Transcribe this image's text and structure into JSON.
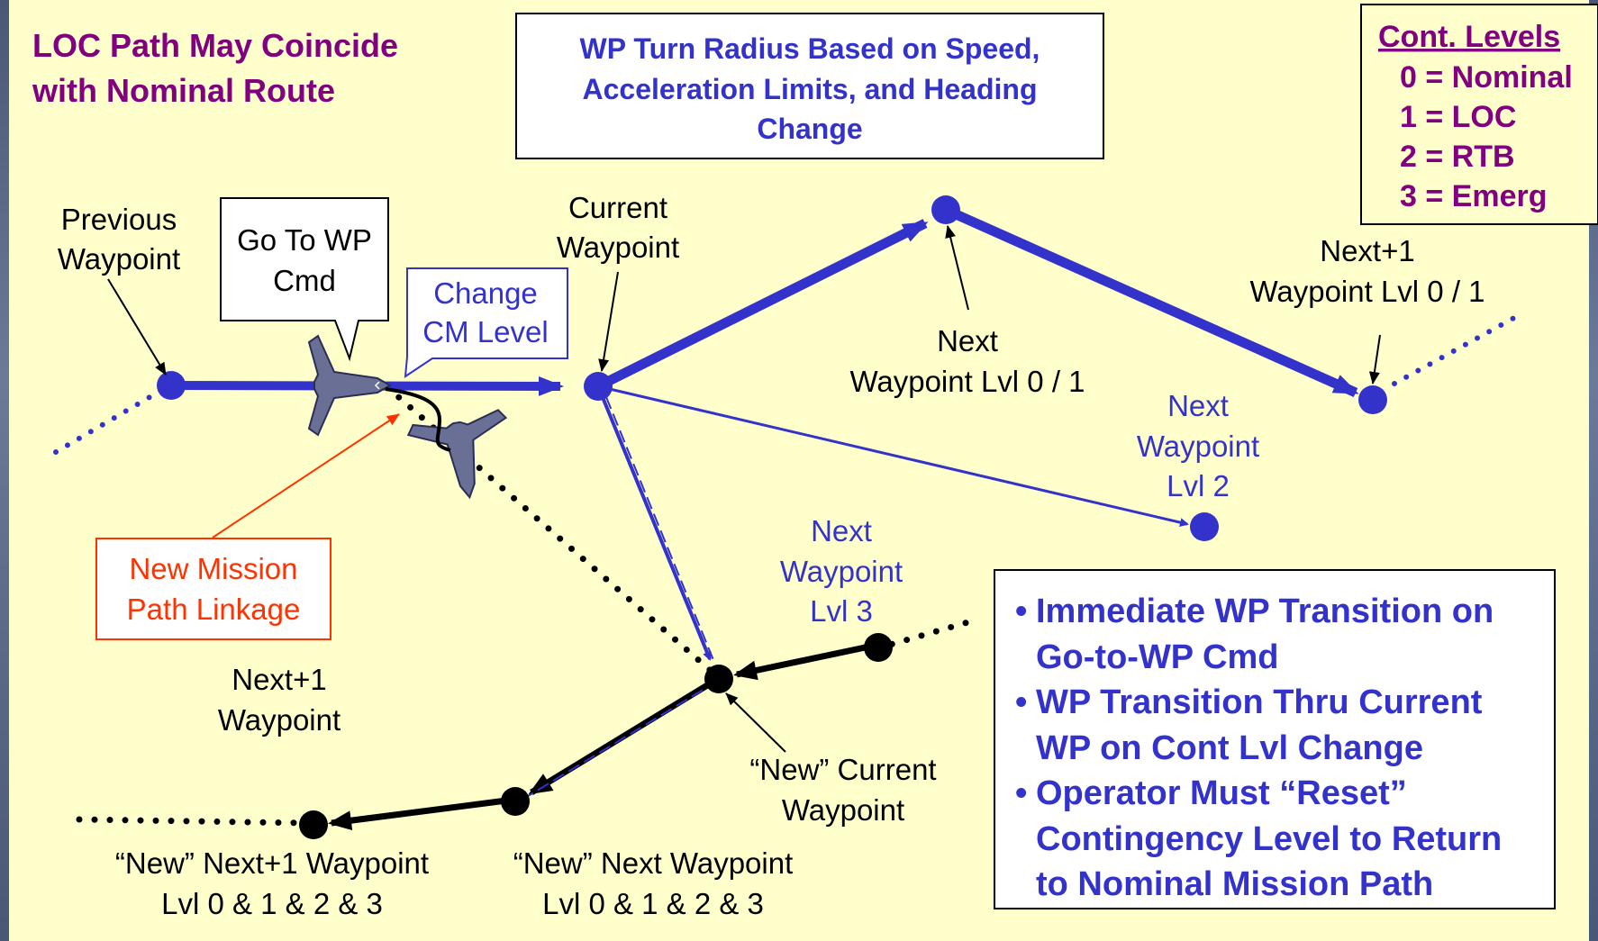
{
  "title": {
    "line1": "LOC Path May Coincide",
    "line2": "with Nominal Route"
  },
  "turn_radius_box": {
    "line1": "WP Turn Radius Based on Speed,",
    "line2": "Acceleration Limits, and Heading",
    "line3": "Change"
  },
  "legend": {
    "header": "Cont. Levels",
    "items": [
      "0 = Nominal",
      "1 = LOC",
      "2 = RTB",
      "3 = Emerg"
    ]
  },
  "callout_goto": {
    "line1": "Go To WP",
    "line2": "Cmd"
  },
  "callout_change": {
    "line1": "Change",
    "line2": "CM Level"
  },
  "callout_new_mission": {
    "line1": "New Mission",
    "line2": "Path Linkage"
  },
  "labels": {
    "previous_wp": [
      "Previous",
      "Waypoint"
    ],
    "current_wp": [
      "Current",
      "Waypoint"
    ],
    "next_wp_01": [
      "Next",
      "Waypoint Lvl 0 / 1"
    ],
    "next1_wp_01": [
      "Next+1",
      "Waypoint Lvl 0 / 1"
    ],
    "next_wp_2": [
      "Next",
      "Waypoint",
      "Lvl 2"
    ],
    "next_wp_3": [
      "Next",
      "Waypoint",
      "Lvl 3"
    ],
    "next1_wp": [
      "Next+1",
      "Waypoint"
    ],
    "new_current_wp": [
      "“New” Current",
      "Waypoint"
    ],
    "new_next1_wp": [
      "“New” Next+1 Waypoint",
      "Lvl 0 & 1 & 2 & 3"
    ],
    "new_next_wp": [
      "“New” Next Waypoint",
      "Lvl 0 & 1 & 2 & 3"
    ]
  },
  "bullets": [
    [
      "Immediate WP Transition on",
      "Go-to-WP Cmd"
    ],
    [
      "WP Transition Thru Current",
      "WP on Cont Lvl Change"
    ],
    [
      "Operator Must “Reset”",
      "Contingency Level to Return",
      "to Nominal Mission Path"
    ]
  ],
  "colors": {
    "background": "#ffffcc",
    "title": "#800080",
    "blue_text": "#3333cc",
    "route_blue": "#3333cc",
    "red_text": "#ff3300",
    "black": "#000000",
    "aircraft": "#6a6f96"
  }
}
